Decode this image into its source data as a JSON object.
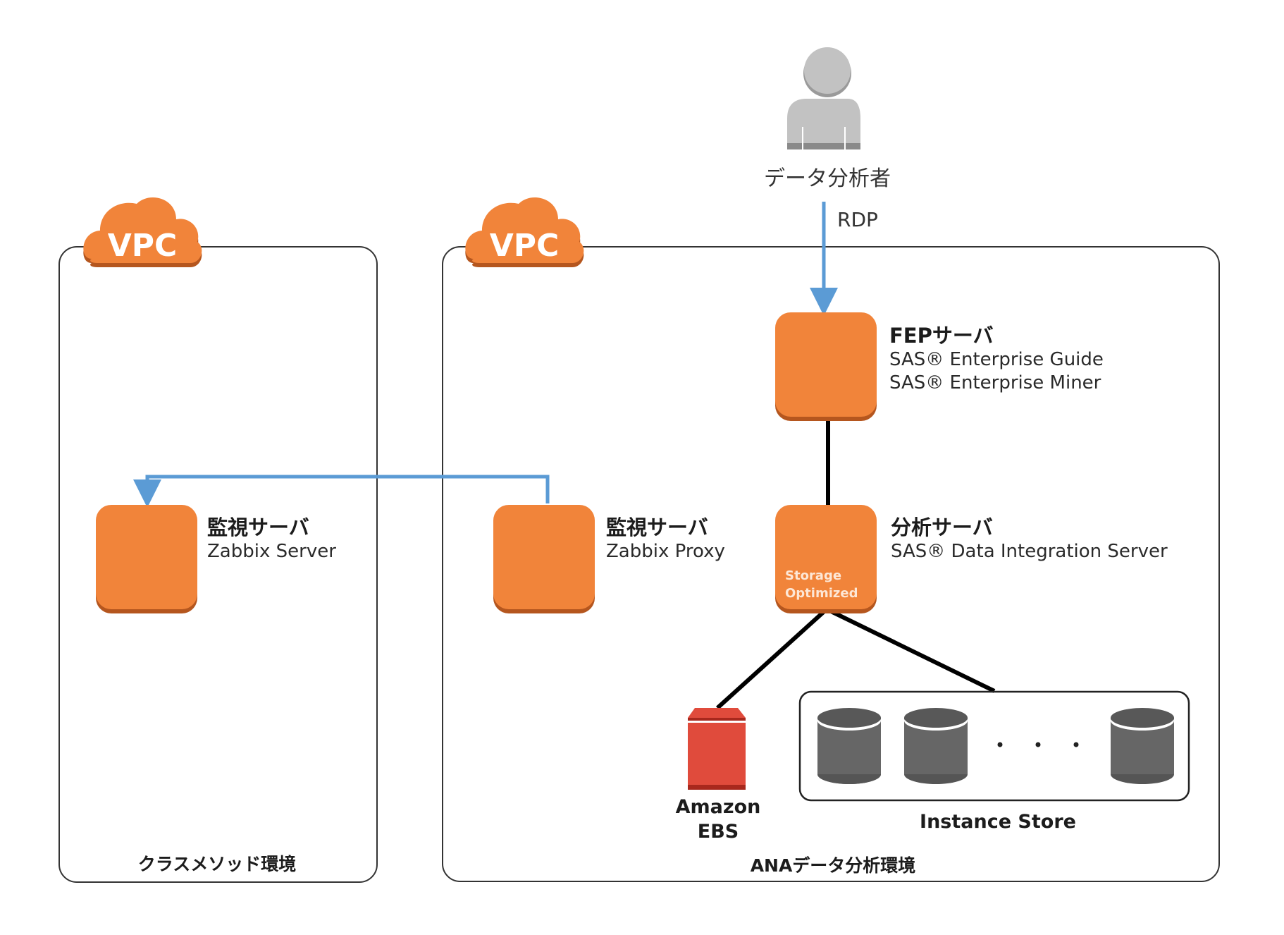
{
  "person": {
    "label": "データ分析者",
    "icon": "user-icon"
  },
  "connections": {
    "rdp_label": "RDP"
  },
  "vpc_badges": [
    "VPC",
    "VPC"
  ],
  "environments": [
    {
      "label": "クラスメソッド環境"
    },
    {
      "label": "ANAデータ分析環境"
    }
  ],
  "servers": {
    "fep": {
      "title": "FEPサーバ",
      "lines": [
        "SAS® Enterprise Guide",
        "SAS® Enterprise Miner"
      ]
    },
    "analysis": {
      "title": "分析サーバ",
      "lines": [
        "SAS® Data Integration Server"
      ],
      "badge": [
        "Storage",
        "Optimized"
      ]
    },
    "zabbix_server": {
      "title": "監視サーバ",
      "lines": [
        "Zabbix Server"
      ]
    },
    "zabbix_proxy": {
      "title": "監視サーバ",
      "lines": [
        "Zabbix Proxy"
      ]
    }
  },
  "storage": {
    "ebs": {
      "label_lines": [
        "Amazon",
        "EBS"
      ]
    },
    "instance_store": {
      "label": "Instance Store",
      "ellipsis": "・・・"
    }
  },
  "colors": {
    "server_orange": "#f1843a",
    "arrow_blue": "#5b9bd5",
    "ebs_red": "#e04b3c",
    "disk_gray": "#666666",
    "person_gray": "#c2c2c2"
  }
}
